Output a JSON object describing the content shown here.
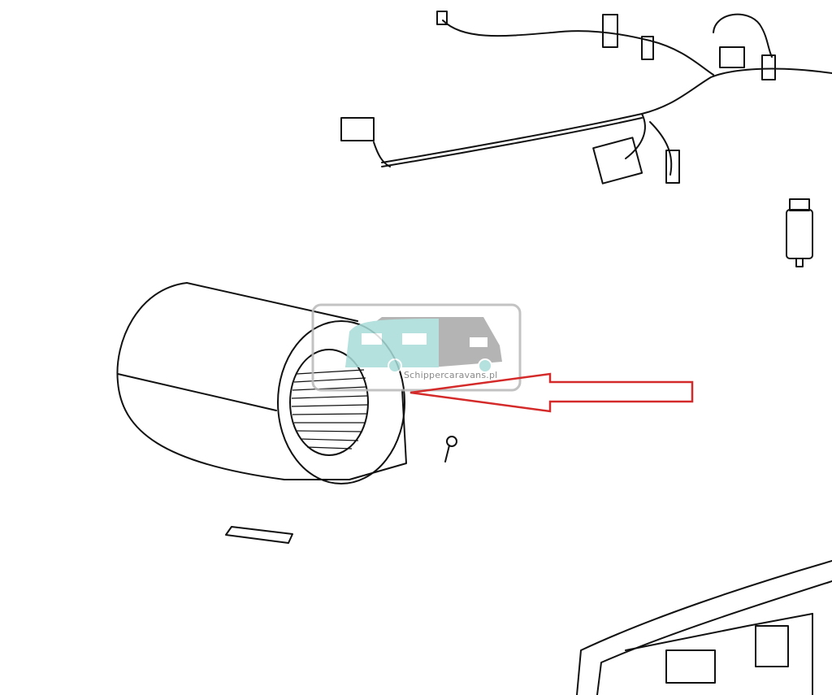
{
  "diagram": {
    "parts": [
      "wiring-harness",
      "capacitor",
      "blower-fan",
      "screw",
      "filter-cover",
      "housing-base"
    ],
    "highlighted_part": "blower-fan",
    "arrow_color": "#d42a2a"
  },
  "watermark": {
    "text": "Schippercaravans.pl",
    "colors": {
      "caravan": "#a8dcd8",
      "van": "#a8a8a8",
      "frame": "#b8b8b8"
    }
  }
}
